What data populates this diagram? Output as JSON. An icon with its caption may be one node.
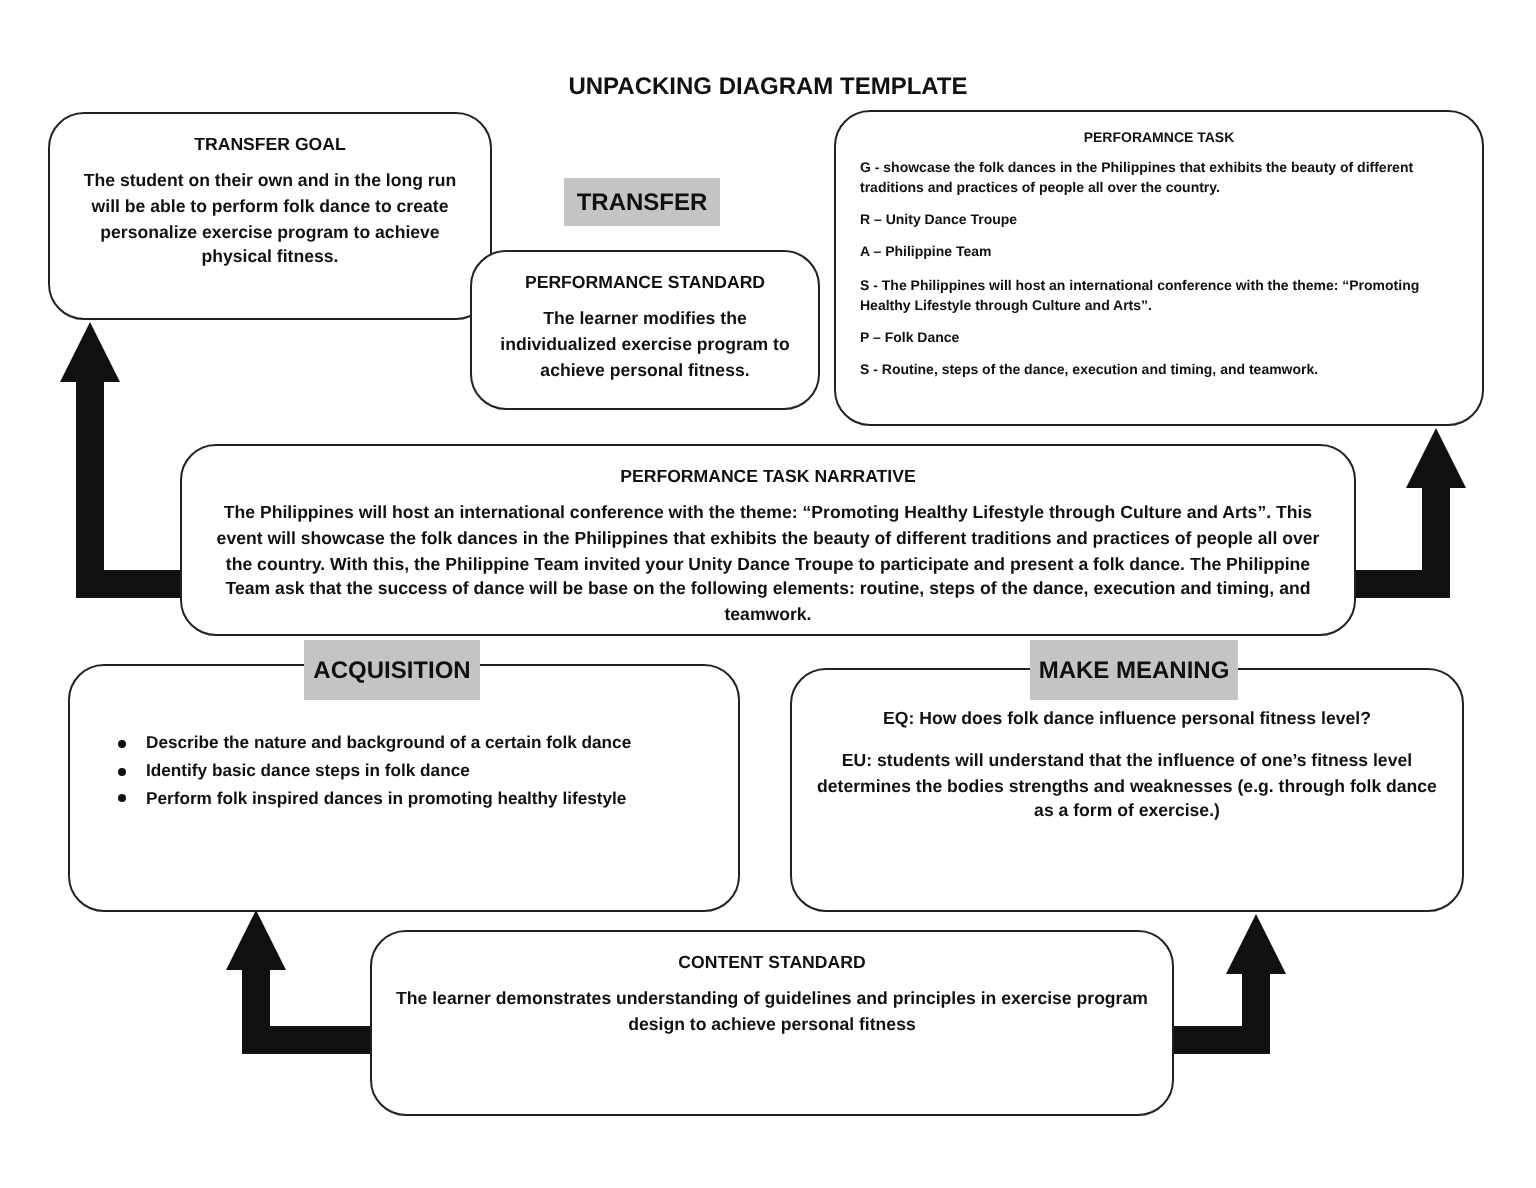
{
  "diagram": {
    "title": "UNPACKING DIAGRAM TEMPLATE",
    "nodes": [
      {
        "text": [
          "TRANSFER GOAL",
          "The student on their own and in the long run will be able to perform folk dance to create personalize exercise program to achieve physical fitness."
        ]
      },
      {
        "text": [
          "TRANSFER"
        ]
      },
      {
        "text": [
          "PERFORMANCE STANDARD",
          "The learner modifies the individualized exercise program to achieve personal fitness."
        ]
      },
      {
        "text": [
          "PERFORAMNCE TASK",
          "G - showcase the folk dances in the Philippines that exhibits the beauty of different traditions and practices of people all over the country.",
          "R – Unity Dance Troupe",
          "A – Philippine Team",
          "S - The Philippines will host an international conference with the theme: “Promoting Healthy Lifestyle through Culture and Arts”.",
          "P – Folk Dance",
          "S - Routine, steps of the dance, execution and timing, and teamwork."
        ]
      },
      {
        "text": [
          "PERFORMANCE TASK NARRATIVE",
          "The Philippines will host an international conference with the theme: “Promoting Healthy Lifestyle through Culture and Arts”. This event will showcase the folk dances in the Philippines that exhibits the beauty of different traditions and practices of people all over the country. With this, the Philippine Team invited your Unity Dance Troupe to participate and present a folk dance. The Philippine Team ask that the success of dance will be base on the following elements: routine, steps of the dance, execution and timing, and teamwork."
        ]
      },
      {
        "text": [
          "ACQUISITION"
        ]
      },
      {
        "text": [
          "Describe the nature and background of a certain folk dance",
          "Identify basic dance steps in folk dance",
          "Perform folk inspired dances in promoting healthy lifestyle"
        ]
      },
      {
        "text": [
          "MAKE MEANING"
        ]
      },
      {
        "text": [
          "EQ: How does folk dance influence personal fitness level?",
          "EU: students will understand that the influence of one’s fitness level determines the bodies strengths and weaknesses (e.g. through folk dance as a form of exercise.)"
        ]
      },
      {
        "text": [
          "CONTENT STANDARD",
          "The learner demonstrates understanding of guidelines and principles in exercise program design to achieve personal fitness"
        ]
      }
    ],
    "edges": [
      {
        "from": 4,
        "to": 0,
        "arrow": "to"
      },
      {
        "from": 4,
        "to": 3,
        "arrow": "to"
      },
      {
        "from": 9,
        "to": 6,
        "arrow": "to"
      },
      {
        "from": 9,
        "to": 8,
        "arrow": "to"
      }
    ]
  }
}
